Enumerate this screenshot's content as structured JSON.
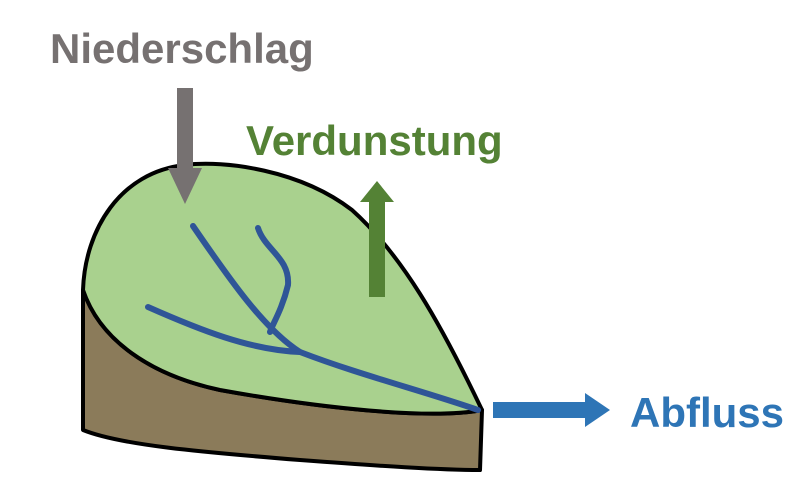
{
  "labels": {
    "precipitation": "Niederschlag",
    "evaporation": "Verdunstung",
    "runoff": "Abfluss"
  },
  "colors": {
    "precipitation": "#767171",
    "evaporation": "#548235",
    "runoff": "#2E75B6",
    "catchment_surface": "#A9D18E",
    "soil": "#8B7B5A",
    "river": "#2F5597",
    "outline": "#000000"
  },
  "icons": {
    "precipitation": "arrow-down-icon",
    "evaporation": "arrow-up-icon",
    "runoff": "arrow-right-icon"
  }
}
